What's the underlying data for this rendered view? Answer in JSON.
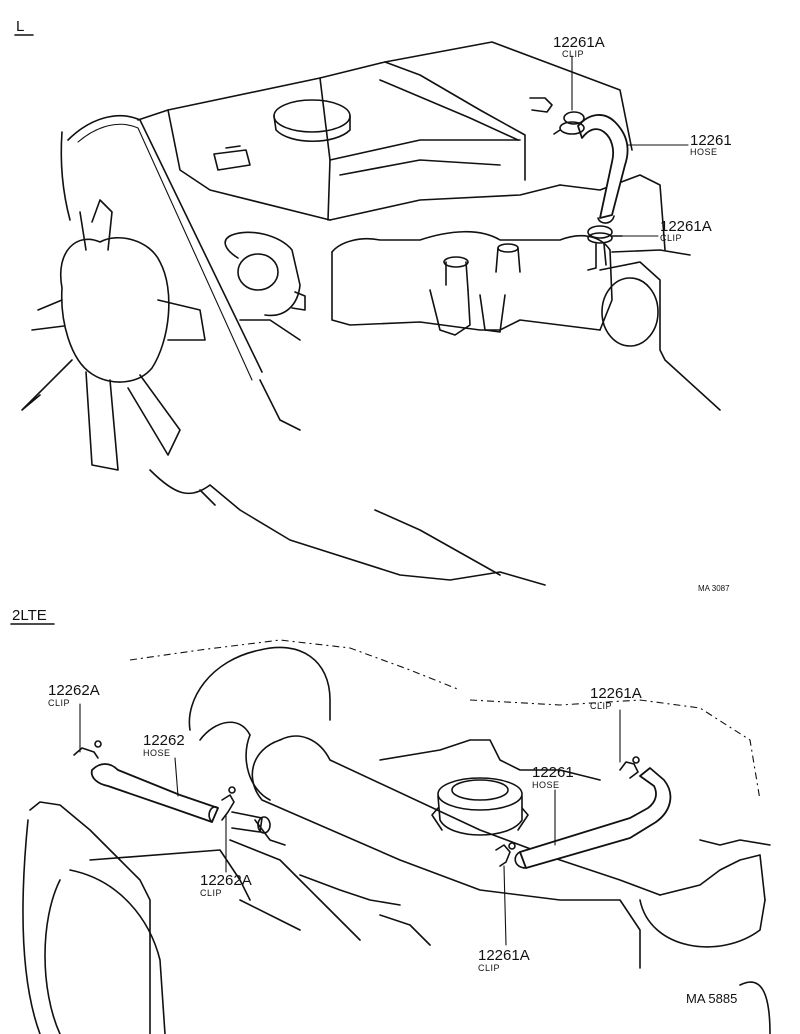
{
  "sections": [
    {
      "label": "L",
      "ref": "MA 3087",
      "callouts": [
        {
          "part": "12261A",
          "desc": "CLIP"
        },
        {
          "part": "12261",
          "desc": "HOSE"
        },
        {
          "part": "12261A",
          "desc": "CLIP"
        }
      ]
    },
    {
      "label": "2LTE",
      "ref": "MA 5885",
      "callouts": [
        {
          "part": "12262A",
          "desc": "CLIP"
        },
        {
          "part": "12262",
          "desc": "HOSE"
        },
        {
          "part": "12262A",
          "desc": "CLIP"
        },
        {
          "part": "12261A",
          "desc": "CLIP"
        },
        {
          "part": "12261",
          "desc": "HOSE"
        },
        {
          "part": "12261A",
          "desc": "CLIP"
        }
      ]
    }
  ]
}
